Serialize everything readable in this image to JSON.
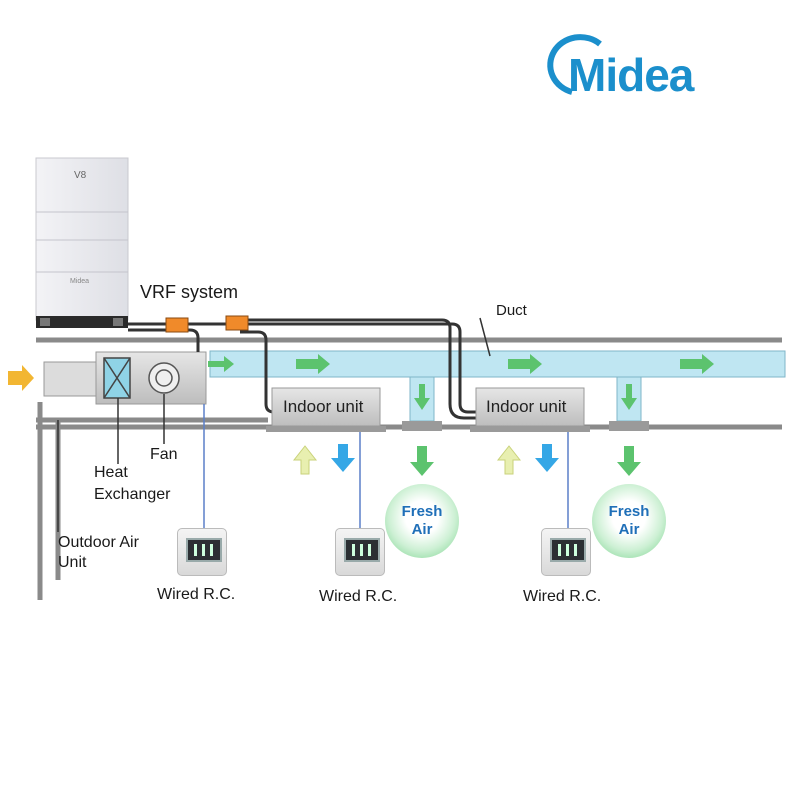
{
  "brand": {
    "logo_text": "Midea",
    "color": "#1b8fcc"
  },
  "outdoor_unit": {
    "badge": "V8",
    "logo_text": "Midea"
  },
  "labels": {
    "vrf_system": "VRF system",
    "duct": "Duct",
    "indoor_unit_1": "Indoor unit",
    "indoor_unit_2": "Indoor unit",
    "fan": "Fan",
    "heat_exchanger_line1": "Heat",
    "heat_exchanger_line2": "Exchanger",
    "outdoor_air_line1": "Outdoor Air",
    "outdoor_air_line2": "Unit",
    "wired_rc_1": "Wired R.C.",
    "wired_rc_2": "Wired R.C.",
    "wired_rc_3": "Wired R.C.",
    "fresh_air_1_line1": "Fresh",
    "fresh_air_1_line2": "Air",
    "fresh_air_2_line1": "Fresh",
    "fresh_air_2_line2": "Air"
  },
  "colors": {
    "duct_fill": "#bfe6f2",
    "wall": "#8a8a8a",
    "flow_arrow": "#5cc36e",
    "supply_arrow": "#35a7e6",
    "return_arrow": "#e8efb0",
    "inlet_arrow": "#f2b632",
    "refrigerant_pipe": "#333333",
    "pipe_connector": "#f08a2a",
    "control_wire": "#5b7fc9"
  }
}
